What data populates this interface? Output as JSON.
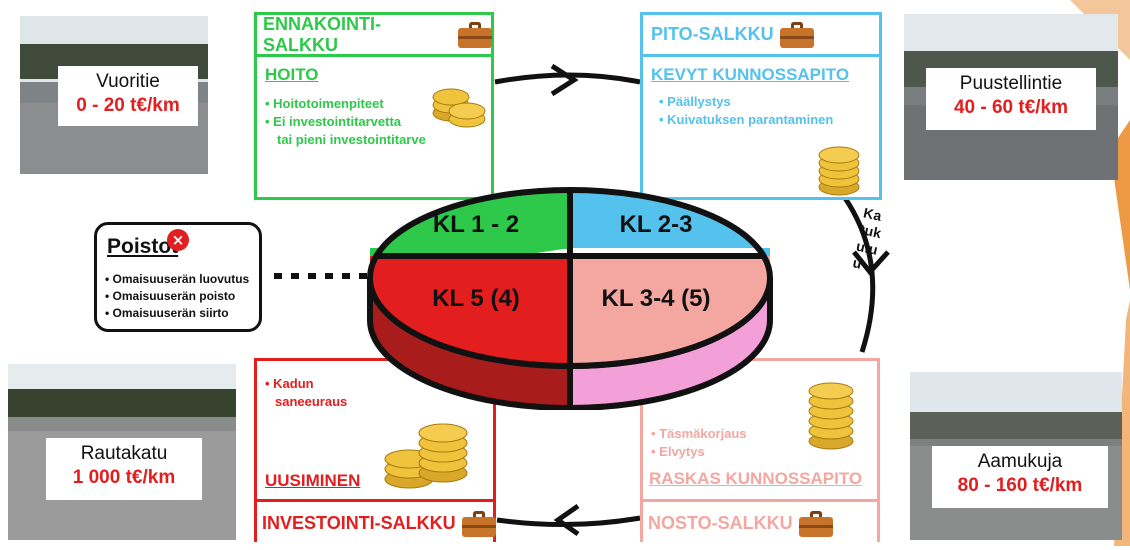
{
  "roads": {
    "vuoritie": {
      "name": "Vuoritie",
      "value": "0 - 20 t€/km"
    },
    "puustellintie": {
      "name": "Puustellintie",
      "value": "40 - 60 t€/km"
    },
    "rautakatu": {
      "name": "Rautakatu",
      "value": "1 000 t€/km"
    },
    "aamukuja": {
      "name": "Aamukuja",
      "value": "80 - 160 t€/km"
    }
  },
  "portfolios": {
    "ennakointi": {
      "header": "ENNAKOINTI-SALKKU",
      "title": "HOITO",
      "bullets": [
        "• Hoitotoimenpiteet",
        "• Ei investointitarvetta",
        "tai pieni investointitarve"
      ]
    },
    "pito": {
      "header": "PITO-SALKKU",
      "title": "KEVYT KUNNOSSAPITO",
      "bullets": [
        "• Päällystys",
        "• Kuivatuksen parantaminen"
      ]
    },
    "investointi": {
      "header": "INVESTOINTI-SALKKU",
      "title": "UUSIMINEN",
      "bullets": [
        "• Kadun",
        "saneeuraus"
      ]
    },
    "nosto": {
      "header": "NOSTO-SALKKU",
      "title": "RASKAS KUNNOSSAPITO",
      "bullets": [
        "• Täsmäkorjaus",
        "• Elvytys"
      ]
    }
  },
  "disc": {
    "q1": "KL 1 - 2",
    "q2": "KL 2-3",
    "q3": "KL 5 (4)",
    "q4": "KL 3-4 (5)"
  },
  "circle_label": "Katukuluu",
  "poistot": {
    "title": "Poistot",
    "items": [
      "• Omaisuuserän luovutus",
      "• Omaisuuserän poisto",
      "• Omaisuuserän siirto"
    ]
  },
  "icons": [
    "briefcase-icon",
    "coins-icon",
    "close-icon",
    "arrow-icon"
  ],
  "colors": {
    "green": "#2ec84a",
    "blue": "#54c2ec",
    "red": "#e21e1e",
    "pink": "#f4a6a0",
    "dark_red": "#a81c1c",
    "magenta": "#f4a0d8",
    "value_red": "#e41e1e"
  }
}
